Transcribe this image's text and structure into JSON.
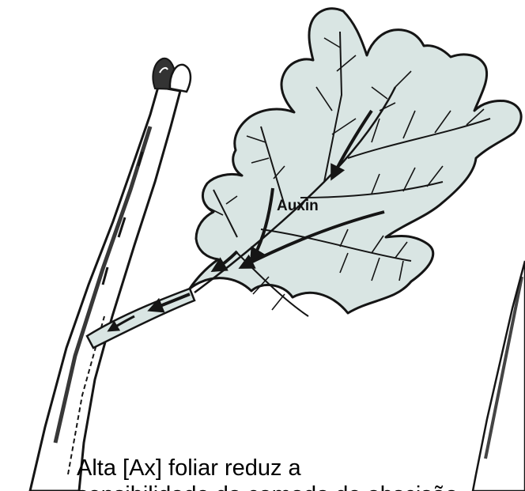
{
  "diagram": {
    "leaf_label": "Auxin",
    "caption_lines": [
      "Alta [Ax] foliar reduz a",
      "sensibilidade da camada de abscisão"
    ]
  },
  "colors": {
    "leaf_fill": "#d9e5e3",
    "ink": "#151515",
    "background": "#ffffff"
  }
}
